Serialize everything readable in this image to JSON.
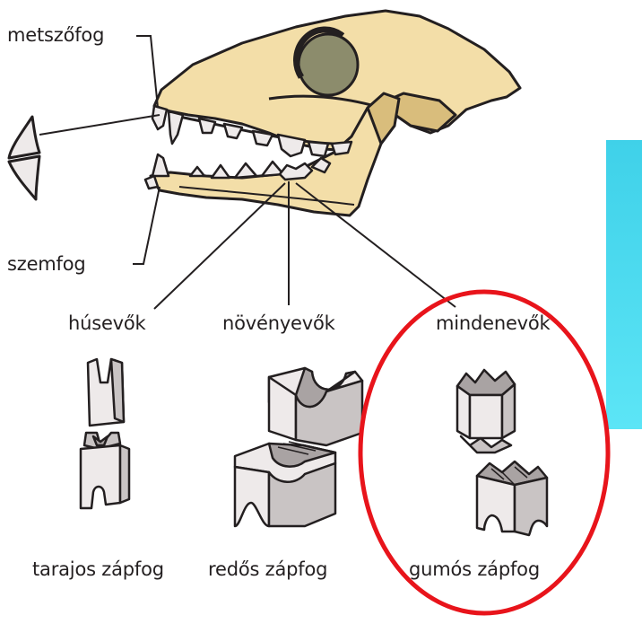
{
  "labels": {
    "incisor": "metszőfog",
    "canine": "szemfog",
    "carnivores": "húsevők",
    "herbivores": "növényevők",
    "omnivores": "mindenevők",
    "carnassial_molar": "tarajos zápfog",
    "ridged_molar": "redős zápfog",
    "bunodont_molar": "gumós zápfog"
  },
  "colors": {
    "bone": "#f3dea8",
    "bone_shadow": "#d9bd7c",
    "outline": "#231f20",
    "tooth": "#eeeaea",
    "tooth_shade": "#c9c4c4",
    "tooth_dark": "#a9a3a3",
    "eye": "#8c8c6c",
    "highlight_ring": "#e8141b",
    "cyan_panel_top": "#3fd1e9",
    "cyan_panel_bottom": "#5ce5f6"
  },
  "icons": [
    "dog-skull-illustration",
    "canine-tooth-icon",
    "carnassial-molar-icon",
    "ridged-molar-icon",
    "bunodont-molar-icon"
  ]
}
